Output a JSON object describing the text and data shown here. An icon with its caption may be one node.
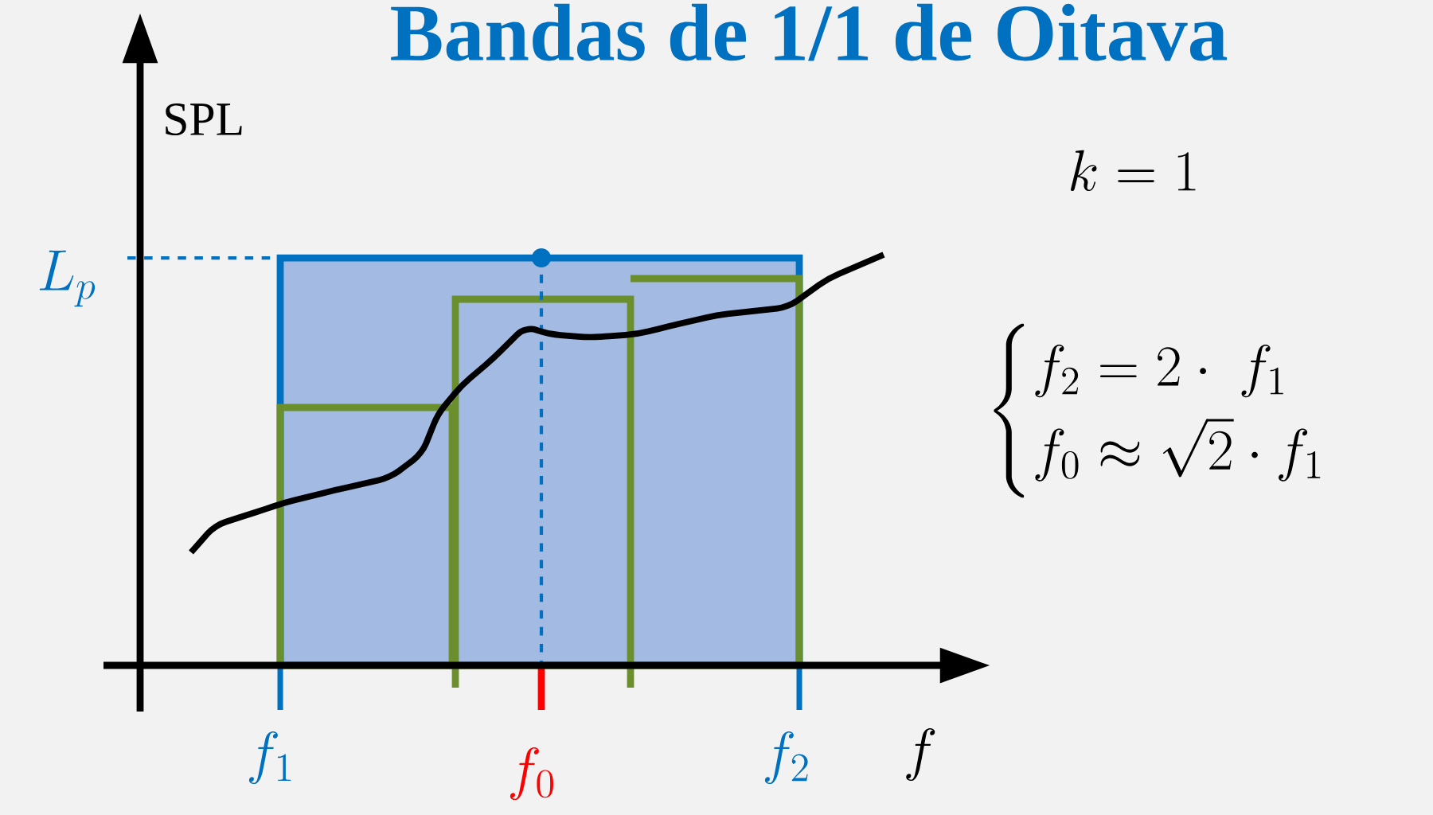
{
  "diagram": {
    "title": "Bandas de 1/1 de Oitava",
    "labels": [
      "SPL",
      "L_p",
      "k = 1",
      "\\begin{cases} f_2 = 2\\cdot\\ f_1 \\\\ f_0 \\approx \\sqrt{2}\\cdot f_1 \\end{cases}",
      "f_1",
      "f_0",
      "f_2",
      "f"
    ]
  }
}
